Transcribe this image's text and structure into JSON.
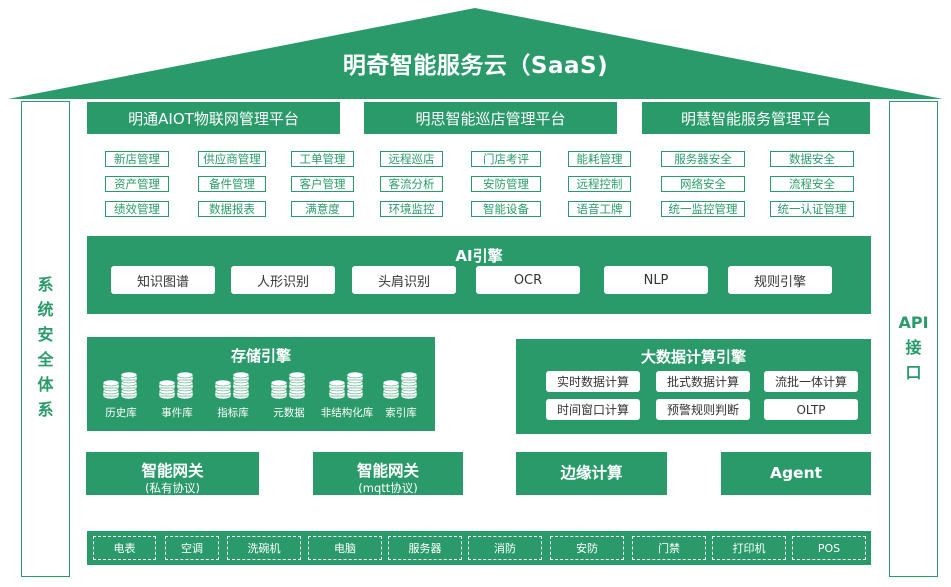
{
  "roof_title": "明奇智能服务云（SaaS)",
  "left_side_label": [
    "系",
    "统",
    "安",
    "全",
    "体",
    "系"
  ],
  "right_side_label": [
    "API",
    "接",
    "口"
  ],
  "platforms": [
    {
      "title": "明通AIOT物联网管理平台",
      "modules": [
        "新店管理",
        "供应商管理",
        "工单管理",
        "资产管理",
        "备件管理",
        "客户管理",
        "绩效管理",
        "数据报表",
        "满意度"
      ]
    },
    {
      "title": "明思智能巡店管理平台",
      "modules": [
        "远程巡店",
        "门店考评",
        "能耗管理",
        "客流分析",
        "安防管理",
        "远程控制",
        "环境监控",
        "智能设备",
        "语音工牌"
      ]
    },
    {
      "title": "明慧智能服务管理平台",
      "modules": [
        "服务器安全",
        "数据安全",
        "网络安全",
        "流程安全",
        "统一监控管理",
        "统一认证管理"
      ]
    }
  ],
  "ai_engine": {
    "title": "AI引擎",
    "items": [
      "知识图谱",
      "人形识别",
      "头肩识别",
      "OCR",
      "NLP",
      "规则引擎"
    ]
  },
  "storage_engine": {
    "title": "存储引擎",
    "items": [
      "历史库",
      "事件库",
      "指标库",
      "元数据",
      "非结构化库",
      "索引库"
    ]
  },
  "bigdata_engine": {
    "title": "大数据计算引擎",
    "items": [
      "实时数据计算",
      "批式数据计算",
      "流批一体计算",
      "时间窗口计算",
      "预警规则判断",
      "OLTP"
    ]
  },
  "gateways": [
    {
      "title": "智能网关",
      "subtitle": "(私有协议)"
    },
    {
      "title": "智能网关",
      "subtitle": "(mqtt协议)"
    },
    {
      "title": "边缘计算",
      "subtitle": ""
    },
    {
      "title": "Agent",
      "subtitle": ""
    }
  ],
  "devices": [
    "电表",
    "空调",
    "洗碗机",
    "电脑",
    "服务器",
    "消防",
    "安防",
    "门禁",
    "打印机",
    "POS"
  ],
  "colors": {
    "primary": "#2a9a6b",
    "white": "#ffffff"
  }
}
